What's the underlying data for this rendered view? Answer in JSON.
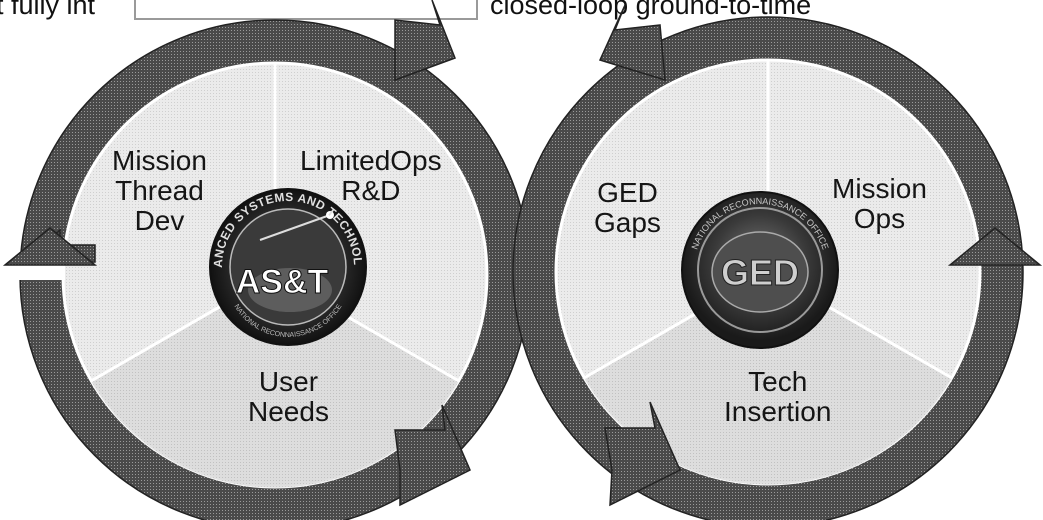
{
  "top_caption": {
    "left_fragment": "t fully int",
    "right_fragment": "closed-loop ground-to-time"
  },
  "left_cycle": {
    "segment_labels": {
      "mission_thread_dev": [
        "Mission",
        "Thread",
        "Dev"
      ],
      "limited_ops": [
        "LimitedOps",
        "R&D"
      ],
      "user_needs": [
        "User",
        "Needs"
      ]
    },
    "emblem": {
      "ring_text": "ADVANCED SYSTEMS AND TECHNOLOGY",
      "ring_text_bottom": "NATIONAL RECONNAISSANCE OFFICE",
      "center_text": "AS&T"
    }
  },
  "right_cycle": {
    "segment_labels": {
      "ged_gaps": [
        "GED",
        "Gaps"
      ],
      "mission_ops": [
        "Mission",
        "Ops"
      ],
      "tech_insertion": [
        "Tech",
        "Insertion"
      ]
    },
    "emblem": {
      "ring_text": "NATIONAL RECONNAISSANCE OFFICE",
      "center_text": "GED"
    }
  }
}
